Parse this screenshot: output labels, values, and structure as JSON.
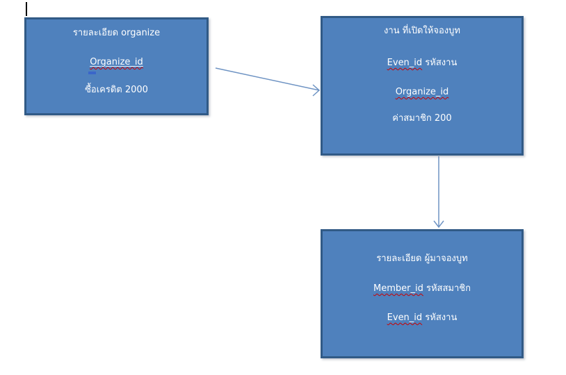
{
  "colors": {
    "page_bg": "#ffffff",
    "box_fill": "#4f81bd",
    "box_border": "#315a86",
    "box_text": "#ffffff",
    "arrow": "#6e93c3",
    "squiggle": "#cc0000",
    "caret": "#000000",
    "autocorrect_marker": "#3a66c9"
  },
  "boxes": {
    "organize": {
      "title": "รายละเอียด organize",
      "field_id": "Organize_id",
      "field_credit": "ซื้อเครดิต 2000"
    },
    "event": {
      "title": "งาน ที่เปิดให้จองบูท",
      "field_event_id": "Even_id",
      "field_event_id_desc": " รหัสงาน",
      "field_organize_id": "Organize_id",
      "field_fee": "ค่าสมาชิก 200"
    },
    "member": {
      "title": "รายละเอียด ผู้มาจองบูท",
      "field_member_id": "Member_id",
      "field_member_id_desc": " รหัสสมาชิก",
      "field_event_id": "Even_id",
      "field_event_id_desc": " รหัสงาน"
    }
  },
  "connectors": {
    "organize_to_event": "organize-details to event-open-for-booking",
    "event_to_member": "event-open-for-booking to booth-booker-details"
  }
}
